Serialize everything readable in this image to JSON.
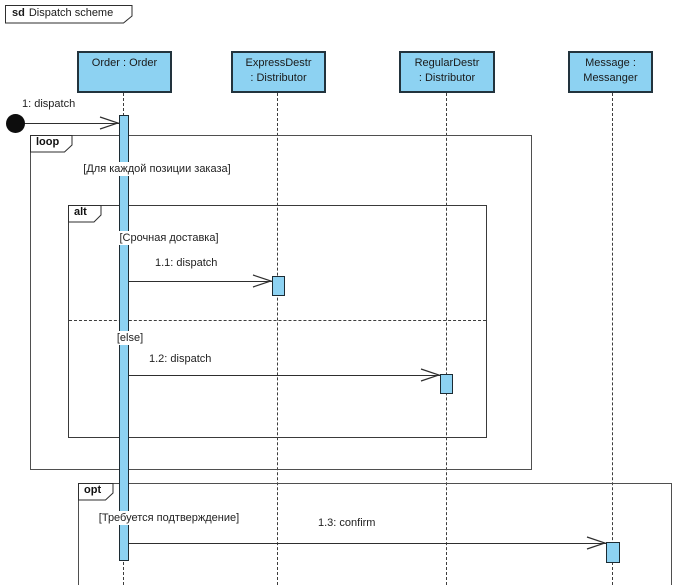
{
  "frame_title": {
    "keyword": "sd",
    "name": "Dispatch scheme"
  },
  "colors": {
    "lifeline_fill": "#8dd2f2",
    "shape_border": "#22333d",
    "frame_border": "#4f4f4f",
    "message_color": "#2e2e2e"
  },
  "lifelines": [
    {
      "name": "Order : Order",
      "lines": [
        "Order : Order"
      ]
    },
    {
      "name": "ExpressDestr : Distributor",
      "lines": [
        "ExpressDestr",
        ": Distributor"
      ]
    },
    {
      "name": "RegularDestr : Distributor",
      "lines": [
        "RegularDestr",
        ": Distributor"
      ]
    },
    {
      "name": "Message : Messanger",
      "lines": [
        "Message :",
        "Messanger"
      ]
    }
  ],
  "fragments": [
    {
      "operator": "loop",
      "guard": "[Для каждой позиции заказа]"
    },
    {
      "operator": "alt",
      "guards": [
        "[Срочная доставка]",
        "[else]"
      ]
    },
    {
      "operator": "opt",
      "guard": "[Требуется подтверждение]"
    }
  ],
  "messages": [
    {
      "label": "1: dispatch",
      "from": "found",
      "to": "Order : Order"
    },
    {
      "label": "1.1: dispatch",
      "from": "Order : Order",
      "to": "ExpressDestr : Distributor"
    },
    {
      "label": "1.2: dispatch",
      "from": "Order : Order",
      "to": "RegularDestr : Distributor"
    },
    {
      "label": "1.3: confirm",
      "from": "Order : Order",
      "to": "Message : Messanger"
    }
  ]
}
